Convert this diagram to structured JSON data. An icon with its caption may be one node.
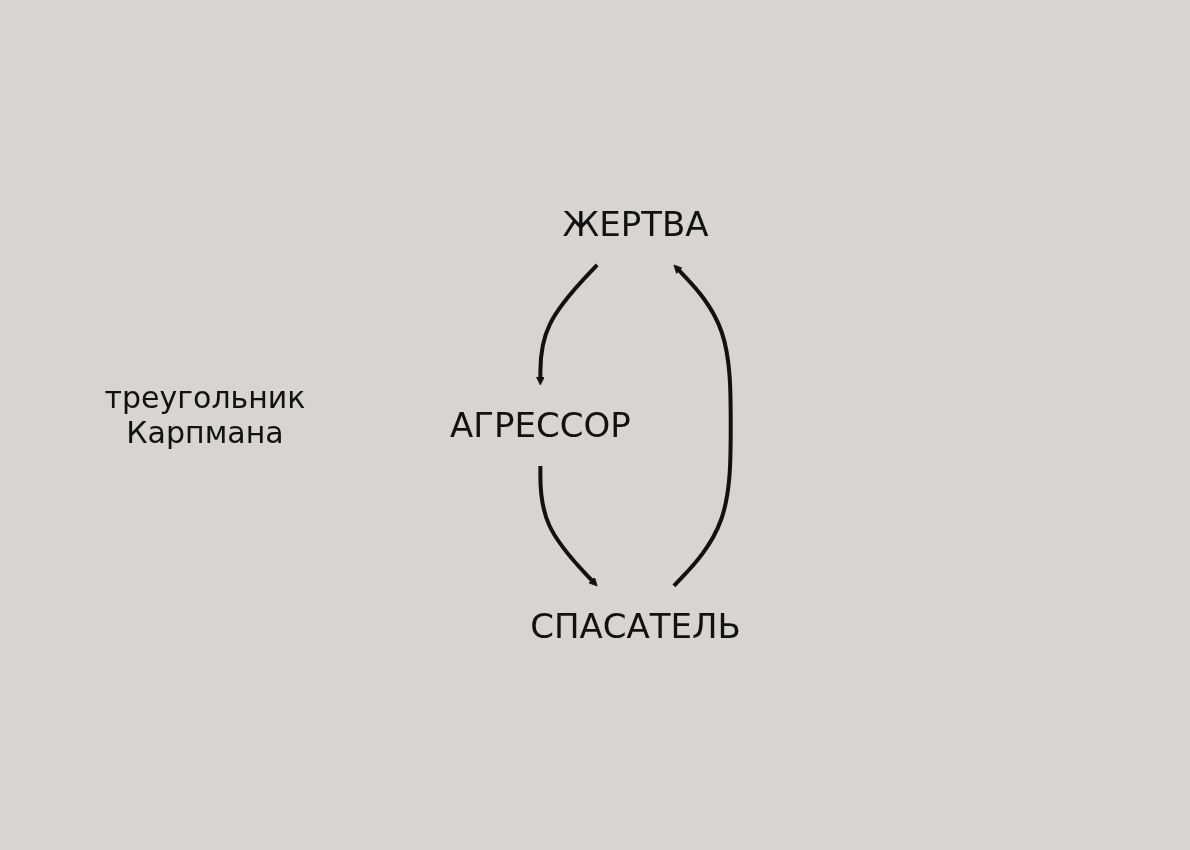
{
  "diagram": {
    "nodes": [
      {
        "text": [
          "ЖЕРТВА"
        ]
      },
      {
        "text": [
          "АГРЕССОР"
        ]
      },
      {
        "text": [
          "СПАСАТЕЛЬ"
        ]
      }
    ],
    "edges": [
      {
        "from": 0,
        "to": 1,
        "arrow": "to"
      },
      {
        "from": 1,
        "to": 2,
        "arrow": "to"
      },
      {
        "from": 2,
        "to": 0,
        "arrow": "to"
      }
    ],
    "labels": [
      "треугольник Карпмана"
    ]
  }
}
